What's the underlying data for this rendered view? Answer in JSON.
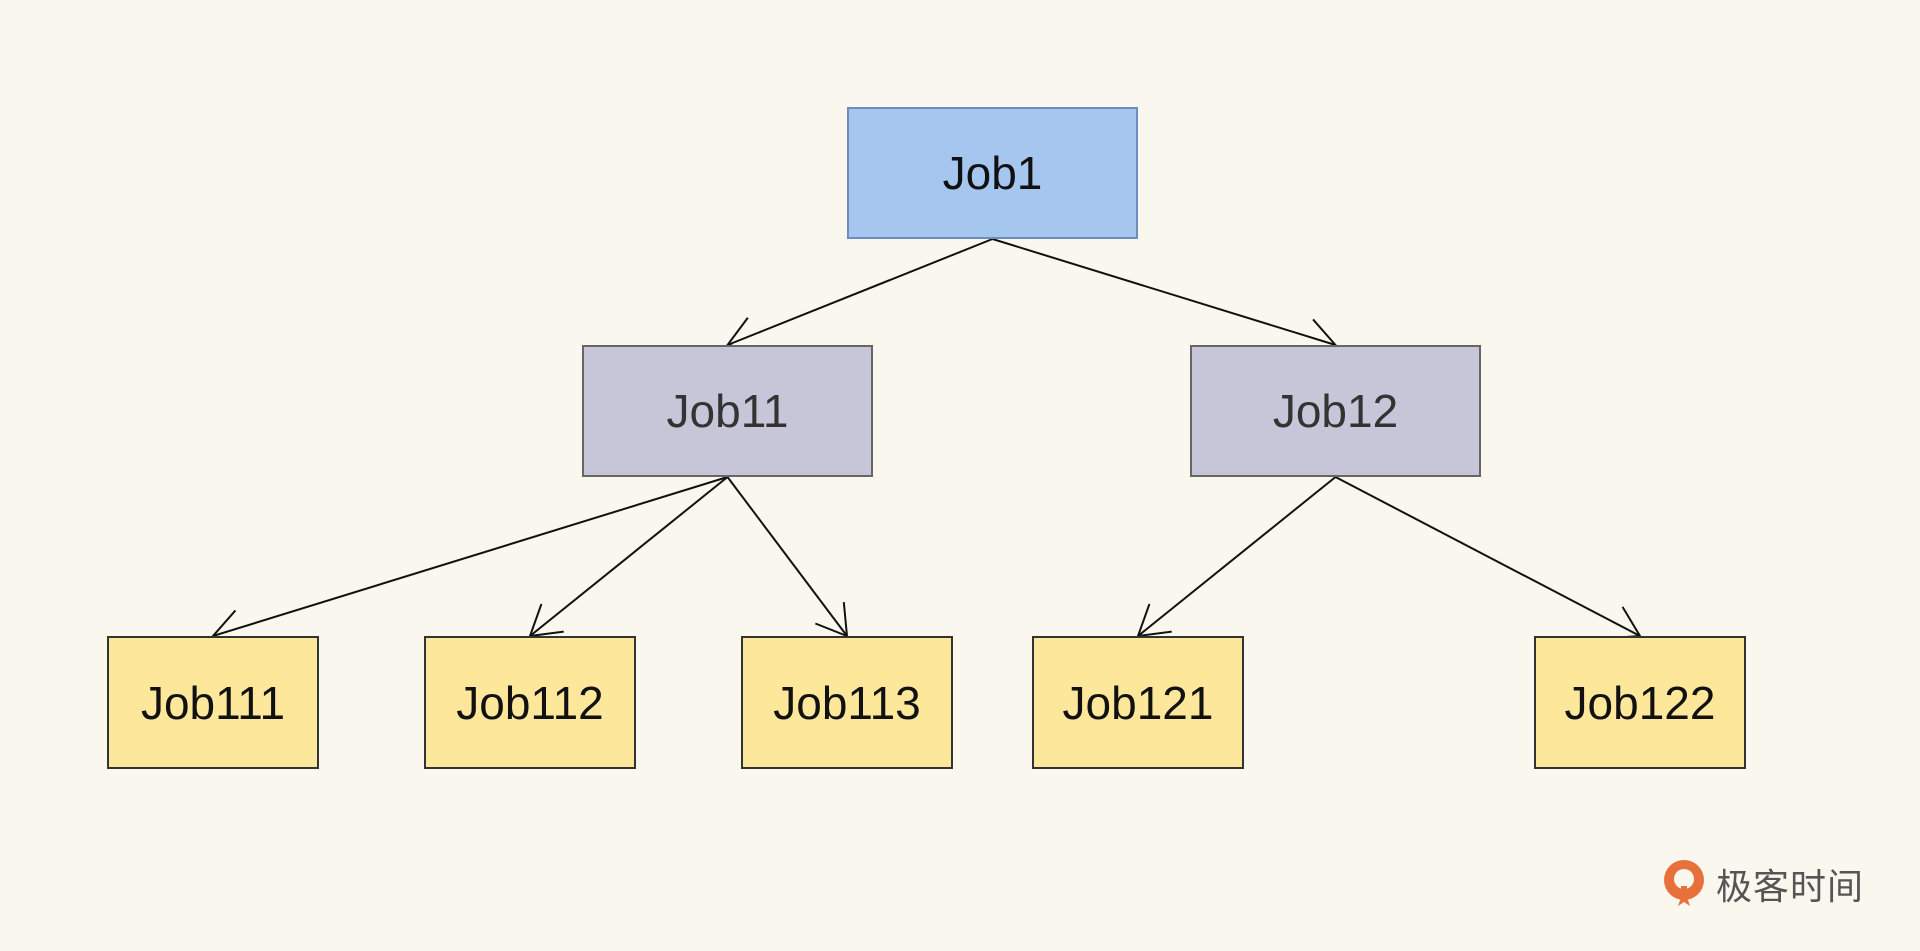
{
  "nodes": {
    "job1": "Job1",
    "job11": "Job11",
    "job12": "Job12",
    "job111": "Job111",
    "job112": "Job112",
    "job113": "Job113",
    "job121": "Job121",
    "job122": "Job122"
  },
  "edges": [
    {
      "from": "job1",
      "to": "job11"
    },
    {
      "from": "job1",
      "to": "job12"
    },
    {
      "from": "job11",
      "to": "job111"
    },
    {
      "from": "job11",
      "to": "job112"
    },
    {
      "from": "job11",
      "to": "job113"
    },
    {
      "from": "job12",
      "to": "job121"
    },
    {
      "from": "job12",
      "to": "job122"
    }
  ],
  "colors": {
    "background": "#faf8ee",
    "root_fill": "#a5c7ef",
    "mid_fill": "#c7c6d9",
    "leaf_fill": "#fde79b",
    "logo_accent": "#e8713b"
  },
  "logo": {
    "text": "极客时间",
    "icon": "geektime-logo-icon"
  }
}
